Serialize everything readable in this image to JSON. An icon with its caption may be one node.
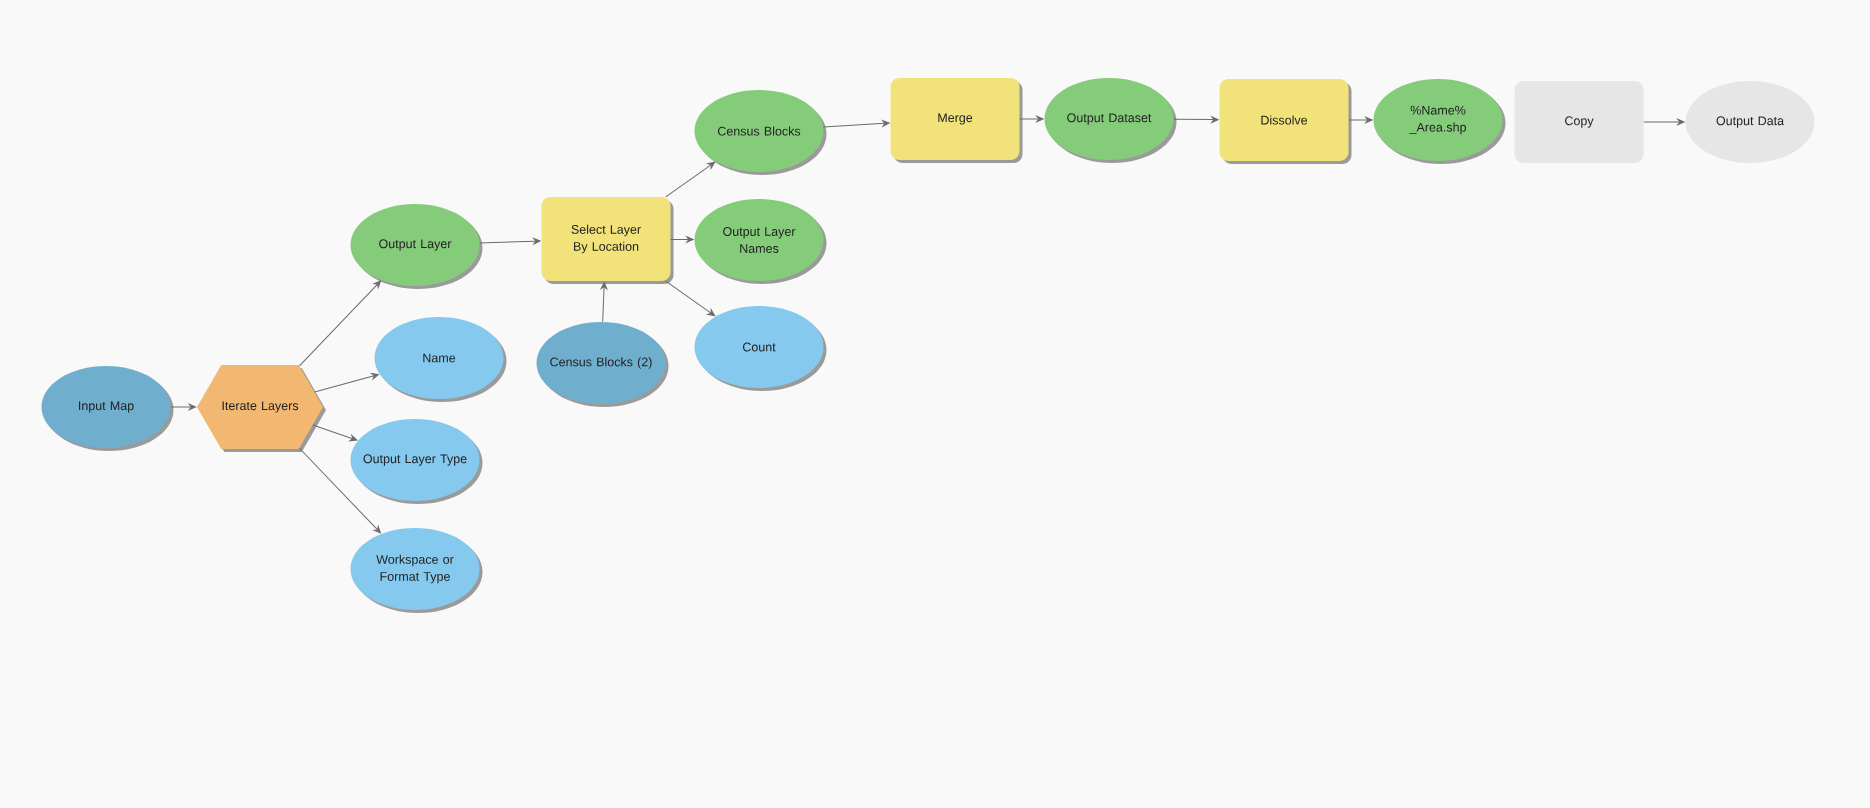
{
  "diagram": {
    "nodes": [
      {
        "text": [
          "Input Map"
        ]
      },
      {
        "text": [
          "Iterate Layers"
        ]
      },
      {
        "text": [
          "Output Layer"
        ]
      },
      {
        "text": [
          "Name"
        ]
      },
      {
        "text": [
          "Output Layer Type"
        ]
      },
      {
        "text": [
          "Workspace or Format Type"
        ]
      },
      {
        "text": [
          "Select Layer By Location"
        ]
      },
      {
        "text": [
          "Census Blocks (2)"
        ]
      },
      {
        "text": [
          "Census Blocks"
        ]
      },
      {
        "text": [
          "Output Layer Names"
        ]
      },
      {
        "text": [
          "Count"
        ]
      },
      {
        "text": [
          "Merge"
        ]
      },
      {
        "text": [
          "Output Dataset"
        ]
      },
      {
        "text": [
          "Dissolve"
        ]
      },
      {
        "text": [
          "%Name% _Area.shp"
        ]
      },
      {
        "text": [
          "Copy"
        ]
      },
      {
        "text": [
          "Output Data"
        ]
      }
    ],
    "edges": [
      {
        "from": 0,
        "to": 1,
        "arrow": "to"
      },
      {
        "from": 1,
        "to": 2,
        "arrow": "to"
      },
      {
        "from": 1,
        "to": 3,
        "arrow": "to"
      },
      {
        "from": 1,
        "to": 4,
        "arrow": "to"
      },
      {
        "from": 1,
        "to": 5,
        "arrow": "to"
      },
      {
        "from": 2,
        "to": 6,
        "arrow": "to"
      },
      {
        "from": 7,
        "to": 6,
        "arrow": "to"
      },
      {
        "from": 6,
        "to": 8,
        "arrow": "to"
      },
      {
        "from": 6,
        "to": 9,
        "arrow": "to"
      },
      {
        "from": 6,
        "to": 10,
        "arrow": "to"
      },
      {
        "from": 8,
        "to": 11,
        "arrow": "to"
      },
      {
        "from": 11,
        "to": 12,
        "arrow": "to"
      },
      {
        "from": 12,
        "to": 13,
        "arrow": "to"
      },
      {
        "from": 13,
        "to": 14,
        "arrow": "to"
      },
      {
        "from": 15,
        "to": 16,
        "arrow": "to"
      }
    ]
  }
}
